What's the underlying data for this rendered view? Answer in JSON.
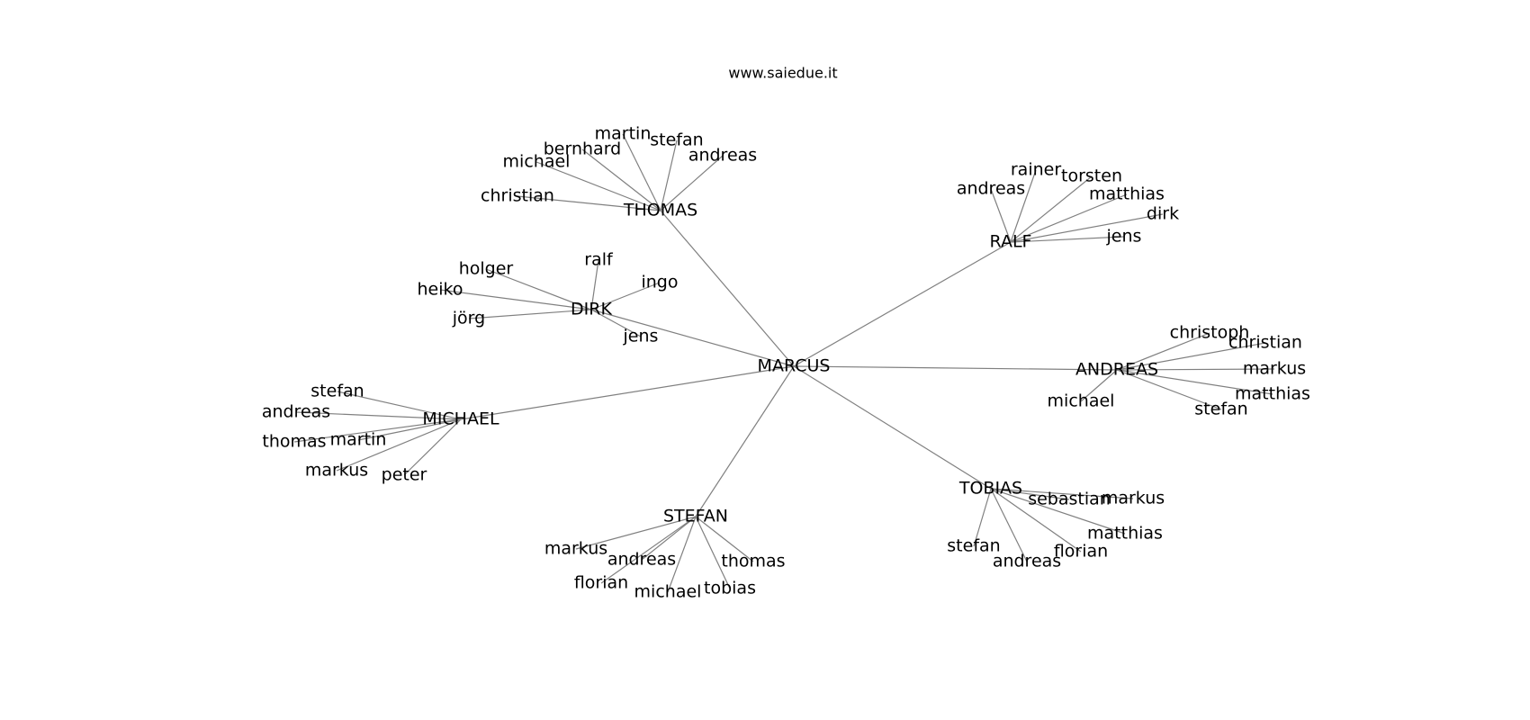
{
  "header": {
    "site": "www.saiedue.it"
  },
  "center": {
    "label": "MARCUS"
  },
  "hubs": [
    {
      "id": "thomas",
      "label": "THOMAS",
      "leaves": [
        "christian",
        "michael",
        "bernhard",
        "martin",
        "stefan",
        "andreas"
      ]
    },
    {
      "id": "ralf",
      "label": "RALF",
      "leaves": [
        "andreas",
        "rainer",
        "torsten",
        "matthias",
        "dirk",
        "jens"
      ]
    },
    {
      "id": "dirk",
      "label": "DIRK",
      "leaves": [
        "holger",
        "heiko",
        "jörg",
        "ralf",
        "ingo",
        "jens"
      ]
    },
    {
      "id": "andreas",
      "label": "ANDREAS",
      "leaves": [
        "christoph",
        "christian",
        "markus",
        "matthias",
        "stefan",
        "michael"
      ]
    },
    {
      "id": "michael",
      "label": "MICHAEL",
      "leaves": [
        "stefan",
        "andreas",
        "thomas",
        "martin",
        "markus",
        "peter"
      ]
    },
    {
      "id": "tobias",
      "label": "TOBIAS",
      "leaves": [
        "sebastian",
        "markus",
        "matthias",
        "florian",
        "andreas",
        "stefan"
      ]
    },
    {
      "id": "stefan",
      "label": "STEFAN",
      "leaves": [
        "markus",
        "andreas",
        "florian",
        "michael",
        "tobias",
        "thomas"
      ]
    }
  ]
}
